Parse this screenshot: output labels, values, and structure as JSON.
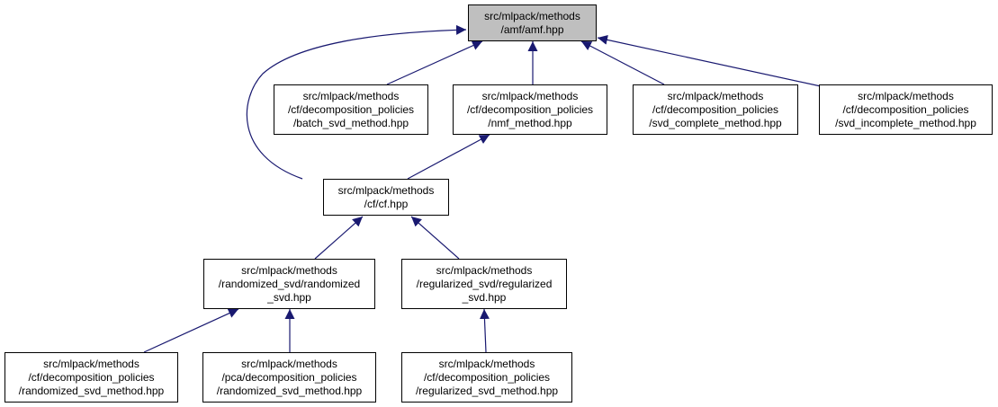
{
  "colors": {
    "edge": "#191970",
    "root_fill": "#bfbfbf",
    "node_fill": "#ffffff",
    "border": "#000000"
  },
  "nodes": {
    "amf": [
      "src/mlpack/methods",
      "/amf/amf.hpp"
    ],
    "batch_svd": [
      "src/mlpack/methods",
      "/cf/decomposition_policies",
      "/batch_svd_method.hpp"
    ],
    "nmf": [
      "src/mlpack/methods",
      "/cf/decomposition_policies",
      "/nmf_method.hpp"
    ],
    "svd_complete": [
      "src/mlpack/methods",
      "/cf/decomposition_policies",
      "/svd_complete_method.hpp"
    ],
    "svd_incomplete": [
      "src/mlpack/methods",
      "/cf/decomposition_policies",
      "/svd_incomplete_method.hpp"
    ],
    "cf": [
      "src/mlpack/methods",
      "/cf/cf.hpp"
    ],
    "randomized_svd": [
      "src/mlpack/methods",
      "/randomized_svd/randomized",
      "_svd.hpp"
    ],
    "regularized_svd": [
      "src/mlpack/methods",
      "/regularized_svd/regularized",
      "_svd.hpp"
    ],
    "cf_randomized_method": [
      "src/mlpack/methods",
      "/cf/decomposition_policies",
      "/randomized_svd_method.hpp"
    ],
    "pca_randomized_method": [
      "src/mlpack/methods",
      "/pca/decomposition_policies",
      "/randomized_svd_method.hpp"
    ],
    "cf_regularized_method": [
      "src/mlpack/methods",
      "/cf/decomposition_policies",
      "/regularized_svd_method.hpp"
    ]
  }
}
